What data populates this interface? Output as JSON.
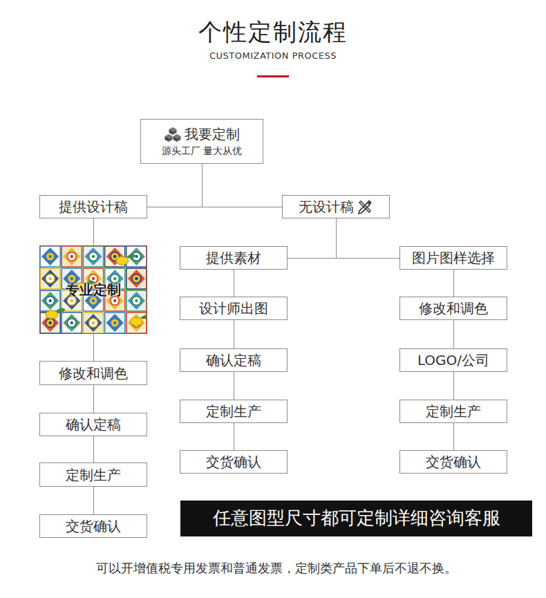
{
  "diagram": {
    "title": "个性定制流程",
    "caption": "可以开增值税专用发票和普通发票，定制类产品下单后不退不换。",
    "nodes": [
      {
        "text": [
          "我要定制",
          "源头工厂 量大从优"
        ]
      },
      {
        "text": [
          "提供设计稿"
        ]
      },
      {
        "text": [
          "无设计稿"
        ]
      },
      {
        "text": [
          "专业定制"
        ]
      },
      {
        "text": [
          "修改和调色"
        ]
      },
      {
        "text": [
          "确认定稿"
        ]
      },
      {
        "text": [
          "定制生产"
        ]
      },
      {
        "text": [
          "交货确认"
        ]
      },
      {
        "text": [
          "提供素材"
        ]
      },
      {
        "text": [
          "设计师出图"
        ]
      },
      {
        "text": [
          "确认定稿"
        ]
      },
      {
        "text": [
          "定制生产"
        ]
      },
      {
        "text": [
          "交货确认"
        ]
      },
      {
        "text": [
          "图片图样选择"
        ]
      },
      {
        "text": [
          "修改和调色"
        ]
      },
      {
        "text": [
          "LOGO/公司"
        ]
      },
      {
        "text": [
          "定制生产"
        ]
      },
      {
        "text": [
          "交货确认"
        ]
      },
      {
        "text": [
          "任意图型尺寸都可定制详细咨询客服"
        ]
      }
    ],
    "edges": [
      {
        "from": 0,
        "to": 1,
        "arrow": "none"
      },
      {
        "from": 0,
        "to": 2,
        "arrow": "none"
      },
      {
        "from": 1,
        "to": 3,
        "arrow": "none"
      },
      {
        "from": 3,
        "to": 4,
        "arrow": "none"
      },
      {
        "from": 4,
        "to": 5,
        "arrow": "none"
      },
      {
        "from": 5,
        "to": 6,
        "arrow": "none"
      },
      {
        "from": 6,
        "to": 7,
        "arrow": "none"
      },
      {
        "from": 2,
        "to": 8,
        "arrow": "none"
      },
      {
        "from": 2,
        "to": 13,
        "arrow": "none"
      },
      {
        "from": 8,
        "to": 9,
        "arrow": "none"
      },
      {
        "from": 9,
        "to": 10,
        "arrow": "none"
      },
      {
        "from": 10,
        "to": 11,
        "arrow": "none"
      },
      {
        "from": 11,
        "to": 12,
        "arrow": "none"
      },
      {
        "from": 13,
        "to": 14,
        "arrow": "none"
      },
      {
        "from": 14,
        "to": 15,
        "arrow": "none"
      },
      {
        "from": 15,
        "to": 16,
        "arrow": "none"
      },
      {
        "from": 16,
        "to": 17,
        "arrow": "none"
      }
    ],
    "labels": [
      "CUSTOMIZATION PROCESS"
    ]
  }
}
